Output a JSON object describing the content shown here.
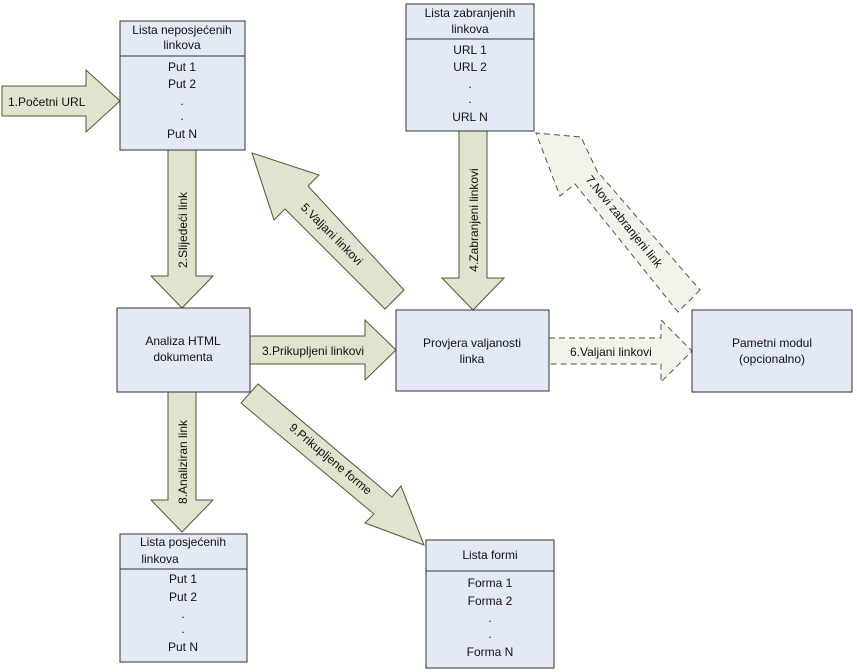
{
  "colors": {
    "box_fill": "#e3eaf6",
    "box_stroke": "#333333",
    "arrow_fill": "#dfe4cf",
    "arrow_stroke": "#4f5a35",
    "dashed_arrow_fill": "#f2f4ec"
  },
  "boxes": {
    "unvisited": {
      "header": [
        "Lista neposjećenih",
        "linkova"
      ],
      "items": [
        "Put 1",
        "Put 2",
        ".",
        ".",
        "Put N"
      ]
    },
    "forbidden": {
      "header": [
        "Lista zabranjenih",
        "linkova"
      ],
      "items": [
        "URL 1",
        "URL 2",
        ".",
        ".",
        "URL N"
      ]
    },
    "visited": {
      "header": [
        "Lista posjećenih",
        "linkova"
      ],
      "items": [
        "Put 1",
        "Put 2",
        ".",
        ".",
        "Put N"
      ]
    },
    "forms": {
      "header": [
        "Lista formi"
      ],
      "items": [
        "Forma 1",
        "Forma 2",
        ".",
        ".",
        "Forma N"
      ]
    },
    "analysis": {
      "lines": [
        "Analiza HTML",
        "dokumenta"
      ]
    },
    "validation": {
      "lines": [
        "Provjera valjanosti",
        "linka"
      ]
    },
    "smart": {
      "lines": [
        "Pametni modul",
        "(opcionalno)"
      ]
    }
  },
  "arrows": {
    "a1": "1.Početni URL",
    "a2": "2.Slijedeći link",
    "a3": "3.Prikupljeni linkovi",
    "a4": "4.Zabranjeni linkovi",
    "a5": "5.Valjani linkovi",
    "a6": "6.Valjani linkovi",
    "a7": "7.Novi zabranjeni link",
    "a8": "8.Analiziran link",
    "a9": "9.Prikupljene forme"
  }
}
